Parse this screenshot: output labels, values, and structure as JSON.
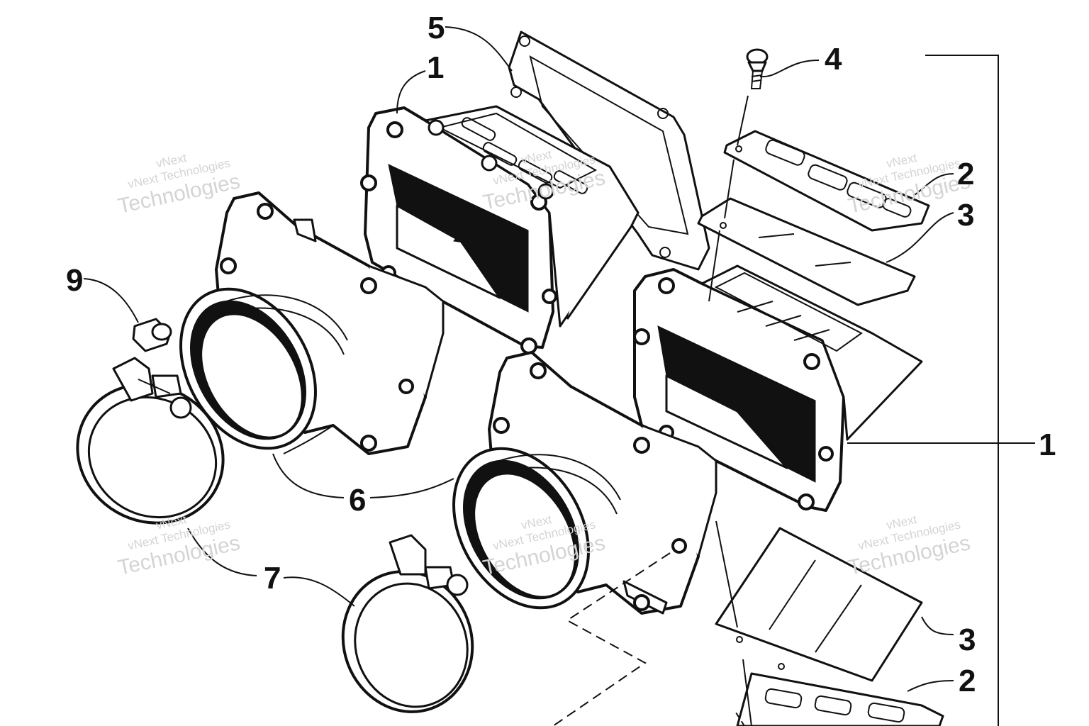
{
  "callouts": {
    "c5": "5",
    "c1_top": "1",
    "c4": "4",
    "c2_top": "2",
    "c3_top": "3",
    "c9": "9",
    "c1_right": "1",
    "c6": "6",
    "c7": "7",
    "c3_bottom": "3",
    "c2_bottom": "2"
  },
  "watermarks": [
    {
      "line1": "vNext",
      "line2": "vNext Technologies",
      "line3": "Technologies"
    },
    {
      "line1": "vNext",
      "line2": "vNext Technologies",
      "line3": "Technologies"
    },
    {
      "line1": "vNext",
      "line2": "vNext Technologies",
      "line3": "Technologies"
    },
    {
      "line1": "vNext",
      "line2": "vNext Technologies",
      "line3": "Technologies"
    },
    {
      "line1": "vNext",
      "line2": "vNext Technologies",
      "line3": "Technologies"
    },
    {
      "line1": "vNext",
      "line2": "vNext Technologies",
      "line3": "Technologies"
    }
  ]
}
